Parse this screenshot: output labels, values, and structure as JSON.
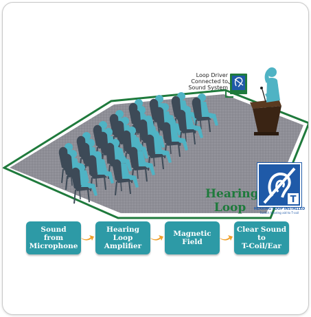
{
  "diagram": {
    "title": "Hearing Loop",
    "title_line1": "Hearing",
    "title_line2": "Loop",
    "driver_label_line1": "Loop Driver",
    "driver_label_line2": "Connected to",
    "driver_label_line3": "Sound System",
    "badge": {
      "letter": "T",
      "caption1": "HEARING LOOP INSTALLED",
      "caption2": "Switch hearing aid to T-coil"
    },
    "steps": [
      {
        "line1": "Sound",
        "line2": "from",
        "line3": "Microphone"
      },
      {
        "line1": "Hearing",
        "line2": "Loop",
        "line3": "Amplifier"
      },
      {
        "line1": "Magnetic",
        "line2": "Field",
        "line3": ""
      },
      {
        "line1": "Clear Sound",
        "line2": "to",
        "line3": "T-Coil/Ear"
      }
    ],
    "colors": {
      "teal": "#2d9aa6",
      "floor": "#8e8e96",
      "loop_green": "#1f7a3c",
      "chair": "#3d4a57",
      "person": "#4fb3c4",
      "podium": "#3a2414",
      "badge_blue": "#1f5aa8",
      "arrow_orange": "#f0a02a"
    }
  }
}
